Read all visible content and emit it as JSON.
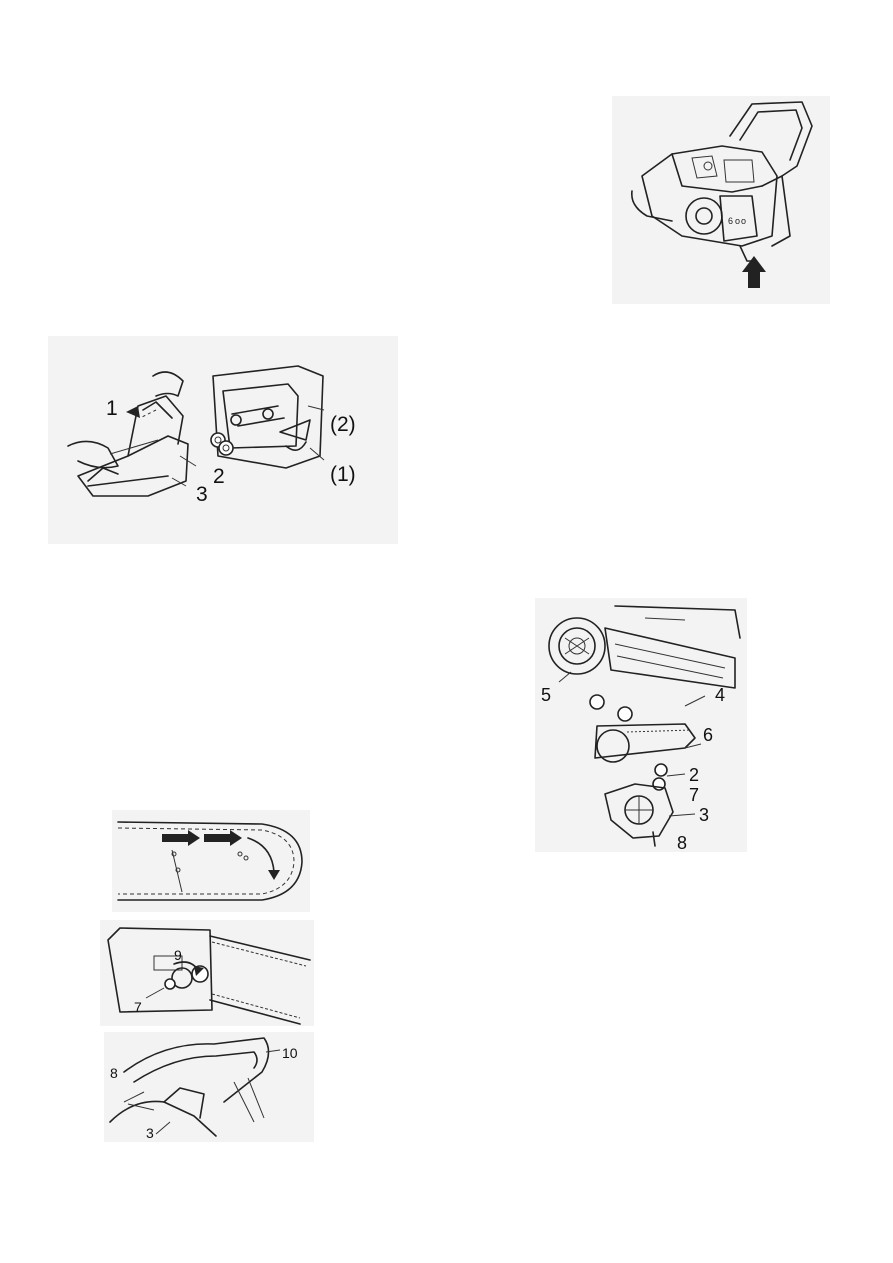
{
  "figures": {
    "fig_top_right": {
      "arrows": [
        "arrow-up"
      ]
    },
    "fig_remove_cover": {
      "labels": {
        "l1": "1",
        "l2": "2",
        "l3": "3",
        "p2": "(2)",
        "p1": "(1)"
      }
    },
    "fig_guide_bar": {
      "labels": {
        "l5": "5",
        "l4": "4",
        "l6": "6",
        "l2": "2",
        "l7": "7",
        "l3": "3",
        "l8": "8"
      }
    },
    "fig_chain_tension": {
      "labels": {
        "l9": "9",
        "l7": "7",
        "l10": "10",
        "l8": "8",
        "l3": "3"
      }
    }
  }
}
